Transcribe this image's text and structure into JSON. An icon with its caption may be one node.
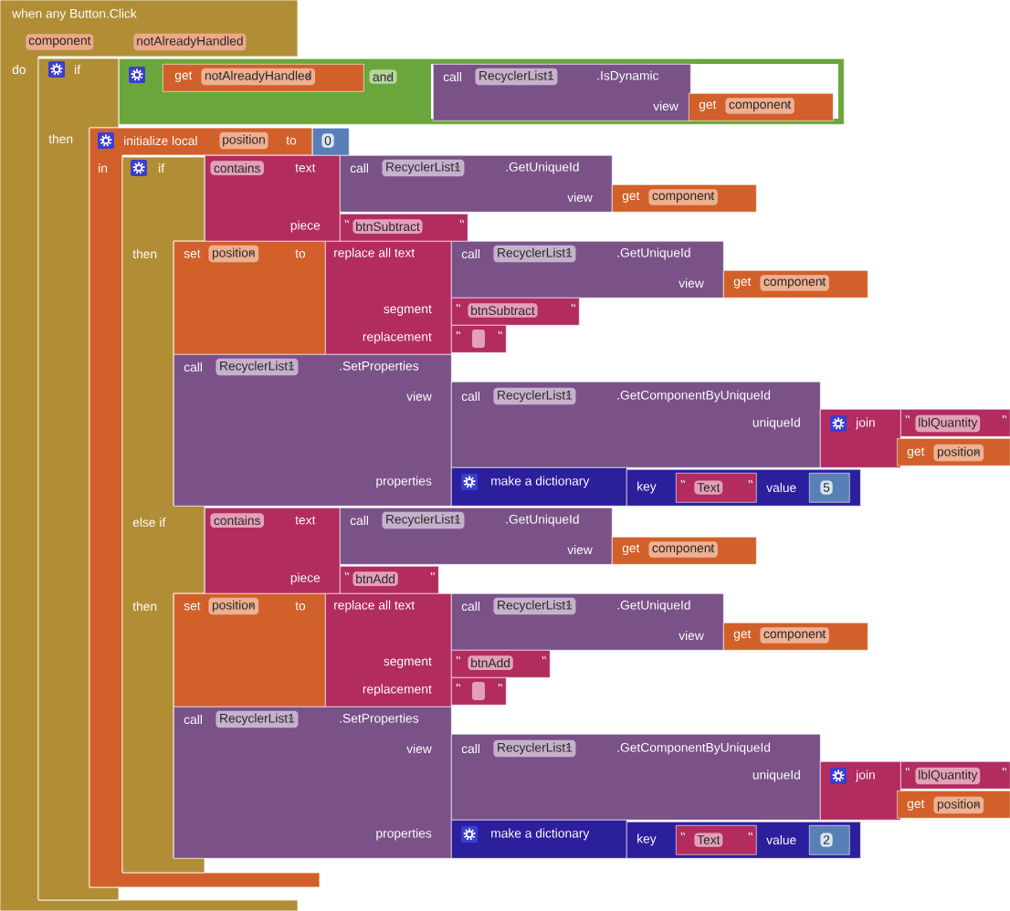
{
  "diagram": {
    "nodes": [
      {
        "text": [
          "when any Button.Click",
          "component",
          "notAlreadyHandled",
          "do"
        ]
      },
      {
        "text": [
          "if",
          "then"
        ]
      },
      {
        "text": [
          "and"
        ]
      },
      {
        "text": [
          "get",
          "notAlreadyHandled"
        ],
        "in": 2
      },
      {
        "text": [
          "call",
          "RecyclerList1",
          ".IsDynamic",
          "view"
        ],
        "in": 2
      },
      {
        "text": [
          "get",
          "component"
        ],
        "in": 2
      },
      {
        "text": [
          "initialize local",
          "position",
          "to",
          "in"
        ]
      },
      {
        "text": [
          "0"
        ]
      },
      {
        "text": [
          "if",
          "then",
          "else if",
          "then"
        ]
      },
      {
        "text": [
          "contains",
          "text",
          "piece"
        ]
      },
      {
        "text": [
          "call",
          "RecyclerList1",
          ".GetUniqueId",
          "view"
        ]
      },
      {
        "text": [
          "get",
          "component"
        ]
      },
      {
        "text": [
          "btnSubtract"
        ]
      },
      {
        "text": [
          "set",
          "position",
          "to"
        ]
      },
      {
        "text": [
          "replace all text",
          "segment",
          "replacement"
        ]
      },
      {
        "text": [
          "call",
          "RecyclerList1",
          ".GetUniqueId",
          "view"
        ]
      },
      {
        "text": [
          "get",
          "component"
        ]
      },
      {
        "text": [
          "btnSubtract"
        ]
      },
      {
        "text": [],
        "shape": "box"
      },
      {
        "text": [
          "call",
          "RecyclerList1",
          ".SetProperties",
          "view",
          "properties"
        ]
      },
      {
        "text": [
          "call",
          "RecyclerList1",
          ".GetComponentByUniqueId",
          "uniqueId"
        ]
      },
      {
        "text": [
          "join"
        ]
      },
      {
        "text": [
          "lblQuantity"
        ]
      },
      {
        "text": [
          "get",
          "position"
        ]
      },
      {
        "text": [
          "make a dictionary"
        ]
      },
      {
        "text": [
          "key",
          "value"
        ]
      },
      {
        "text": [
          "Text"
        ],
        "in": 25
      },
      {
        "text": [
          "5"
        ],
        "in": 25
      },
      {
        "text": [
          "contains",
          "text",
          "piece"
        ]
      },
      {
        "text": [
          "call",
          "RecyclerList1",
          ".GetUniqueId",
          "view"
        ]
      },
      {
        "text": [
          "get",
          "component"
        ]
      },
      {
        "text": [
          "btnAdd"
        ]
      },
      {
        "text": [
          "set",
          "position",
          "to"
        ]
      },
      {
        "text": [
          "replace all text",
          "segment",
          "replacement"
        ]
      },
      {
        "text": [
          "call",
          "RecyclerList1",
          ".GetUniqueId",
          "view"
        ]
      },
      {
        "text": [
          "get",
          "component"
        ]
      },
      {
        "text": [
          "btnAdd"
        ]
      },
      {
        "text": [],
        "shape": "box"
      },
      {
        "text": [
          "call",
          "RecyclerList1",
          ".SetProperties",
          "view",
          "properties"
        ]
      },
      {
        "text": [
          "call",
          "RecyclerList1",
          ".GetComponentByUniqueId",
          "uniqueId"
        ]
      },
      {
        "text": [
          "join"
        ]
      },
      {
        "text": [
          "lblQuantity"
        ]
      },
      {
        "text": [
          "get",
          "position"
        ]
      },
      {
        "text": [
          "make a dictionary"
        ]
      },
      {
        "text": [
          "key",
          "value"
        ]
      },
      {
        "text": [
          "Text"
        ],
        "in": 44
      },
      {
        "text": [
          "2"
        ],
        "in": 44
      }
    ]
  }
}
